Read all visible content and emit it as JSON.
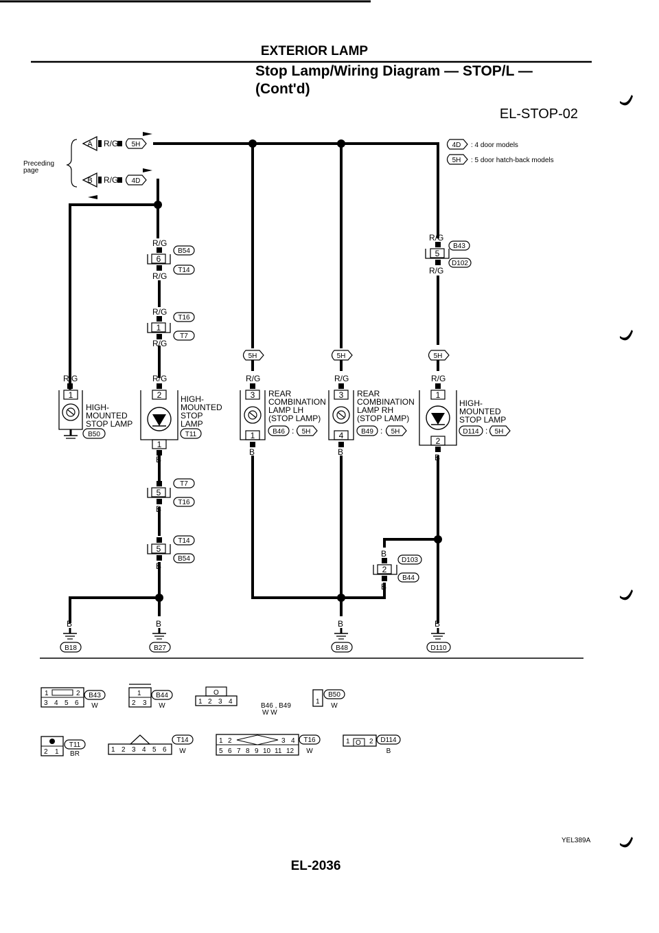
{
  "header": {
    "section": "EXTERIOR LAMP",
    "title_line1": "Stop Lamp/Wiring Diagram — STOP/L —",
    "title_line2": "(Cont'd)",
    "code": "EL-STOP-02"
  },
  "preceding": {
    "line1": "Preceding",
    "line2": "page"
  },
  "inputs": [
    {
      "letter": "A",
      "color": "R/G",
      "model": "5H"
    },
    {
      "letter": "B",
      "color": "R/G",
      "model": "4D"
    }
  ],
  "legend": [
    {
      "code": "4D",
      "desc": ": 4 door models"
    },
    {
      "code": "5H",
      "desc": ": 5 door hatch-back models"
    }
  ],
  "wire_colors": {
    "rg": "R/G",
    "b": "B"
  },
  "left_chain": {
    "c1": {
      "pin": "6",
      "top": "B54",
      "bottom": "T14"
    },
    "c2": {
      "pin": "1",
      "top": "T16",
      "bottom": "T7"
    },
    "c3": {
      "pin": "5",
      "top": "T7",
      "bottom": "T16"
    },
    "c4": {
      "pin": "5",
      "top": "T14",
      "bottom": "B54"
    }
  },
  "right_chain": {
    "c1": {
      "pin": "5",
      "top": "B43",
      "bottom": "D102"
    },
    "c2": {
      "pin": "2",
      "top": "D103",
      "bottom": "B44"
    }
  },
  "model_tags": [
    "5H",
    "5H",
    "5H"
  ],
  "lamps": [
    {
      "name": "HIGH-\nMOUNTED\nSTOP LAMP",
      "lines": [
        "HIGH-",
        "MOUNTED",
        "STOP LAMP"
      ],
      "conn": "B50",
      "pin_top": "1",
      "pin_bottom": ""
    },
    {
      "lines": [
        "HIGH-",
        "MOUNTED",
        "STOP",
        "LAMP"
      ],
      "conn": "T11",
      "pin_top": "2",
      "pin_bottom": "1"
    },
    {
      "lines": [
        "REAR",
        "COMBINATION",
        "LAMP LH",
        "(STOP LAMP)"
      ],
      "conn": "B46",
      "model": "5H",
      "pin_top": "3",
      "pin_bottom": "1"
    },
    {
      "lines": [
        "REAR",
        "COMBINATION",
        "LAMP RH",
        "(STOP LAMP)"
      ],
      "conn": "B49",
      "model": "5H",
      "pin_top": "3",
      "pin_bottom": "4"
    },
    {
      "lines": [
        "HIGH-",
        "MOUNTED",
        "STOP LAMP"
      ],
      "conn": "D114",
      "model": "5H",
      "pin_top": "1",
      "pin_bottom": "2"
    }
  ],
  "grounds": [
    "B18",
    "B27",
    "B48",
    "D110"
  ],
  "connector_views": {
    "row1": [
      {
        "pins": "1 2 3 4 5 6",
        "conns": "B43",
        "color": "W"
      },
      {
        "pins": "1 2 3",
        "conns": "B44",
        "color": "W"
      },
      {
        "pins": "1 2 3 4",
        "conns": "B46 , B49",
        "color": "W W"
      },
      {
        "pins": "1",
        "conns": "B50",
        "color": "W"
      }
    ],
    "row2": [
      {
        "pins": "2 1",
        "conns": "T11",
        "color": "BR"
      },
      {
        "pins": "1 2 3 4 5 6",
        "conns": "T14",
        "color": "W"
      },
      {
        "pins": "1 2 3 4 5 6 7 8 9 10 11 12",
        "conns": "T16",
        "color": "W"
      },
      {
        "pins": "1 2",
        "conns": "D114",
        "color": "B"
      }
    ]
  },
  "footer": {
    "ref": "YEL389A",
    "page": "EL-2036"
  }
}
